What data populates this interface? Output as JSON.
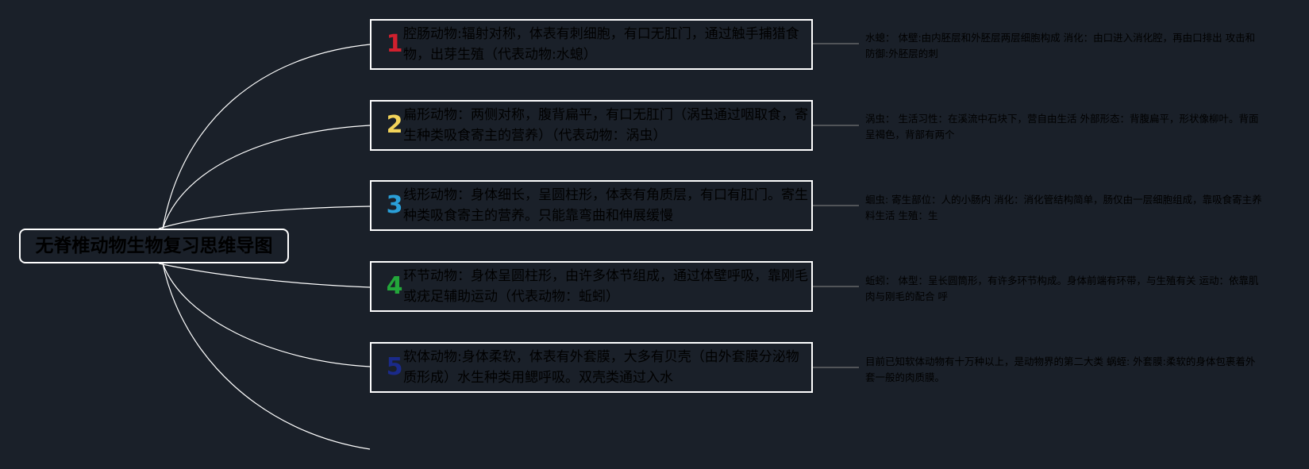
{
  "root": {
    "title": "无脊椎动物生物复习思维导图"
  },
  "branches": [
    {
      "number": "1",
      "number_color": "#d0202e",
      "text": "腔肠动物:辐射对称，体表有刺细胞，有口无肛门，通过触手捕猎食物，出芽生殖（代表动物:水螅）",
      "detail": "水螅： 体壁:由内胚层和外胚层两层细胞构成 消化：由口进入消化腔，再由口排出 攻击和防御:外胚层的刺"
    },
    {
      "number": "2",
      "number_color": "#f2d35a",
      "text": "扁形动物：两侧对称，腹背扁平，有口无肛门（涡虫通过咽取食，寄生种类吸食寄主的营养）（代表动物：涡虫）",
      "detail": "涡虫： 生活习性：在溪流中石块下，营自由生活 外部形态：背腹扁平，形状像柳叶。背面呈褐色，背部有两个"
    },
    {
      "number": "3",
      "number_color": "#2a9fd8",
      "text": "线形动物：身体细长，呈圆柱形，体表有角质层，有口有肛门。寄生种类吸食寄主的营养。只能靠弯曲和伸展缓慢",
      "detail": "蛔虫: 寄生部位：人的小肠内 消化：消化管结构简单，肠仅由一层细胞组成，靠吸食寄主养料生活 生殖：生"
    },
    {
      "number": "4",
      "number_color": "#23a63a",
      "text": "环节动物：身体呈圆柱形，由许多体节组成，通过体壁呼吸，靠刚毛或疣足辅助运动（代表动物：蚯蚓）",
      "detail": "蚯蚓： 体型：呈长圆筒形，有许多环节构成。身体前端有环带，与生殖有关 运动：依靠肌肉与刚毛的配合 呼"
    },
    {
      "number": "5",
      "number_color": "#1a2a8a",
      "text": "软体动物:身体柔软，体表有外套膜，大多有贝壳（由外套膜分泌物质形成）水生种类用鳃呼吸。双壳类通过入水",
      "detail": "目前已知软体动物有十万种以上，是动物界的第二大类 蜗蛭: 外套膜:柔软的身体包裹着外套一般的肉质膜。"
    }
  ]
}
